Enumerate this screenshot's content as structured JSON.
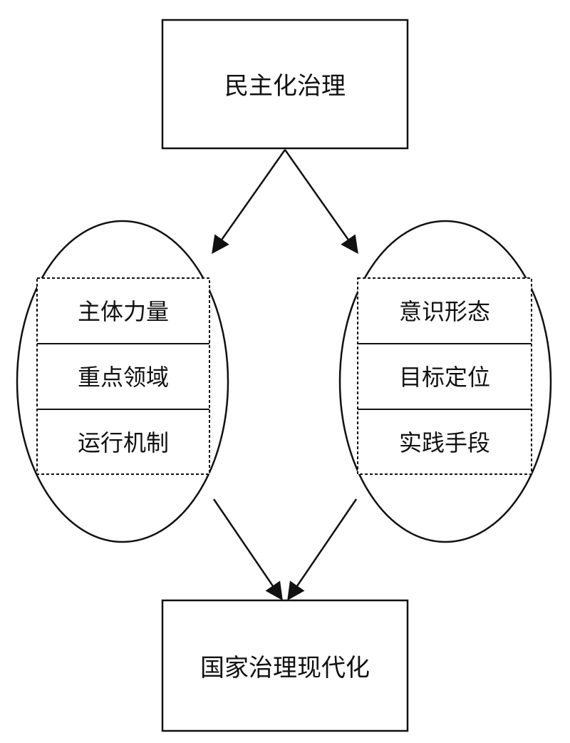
{
  "top_box": {
    "label": "民主化治理"
  },
  "bottom_box": {
    "label": "国家治理现代化"
  },
  "left_group": {
    "items": [
      "主体力量",
      "重点领域",
      "运行机制"
    ]
  },
  "right_group": {
    "items": [
      "意识形态",
      "目标定位",
      "实践手段"
    ]
  }
}
